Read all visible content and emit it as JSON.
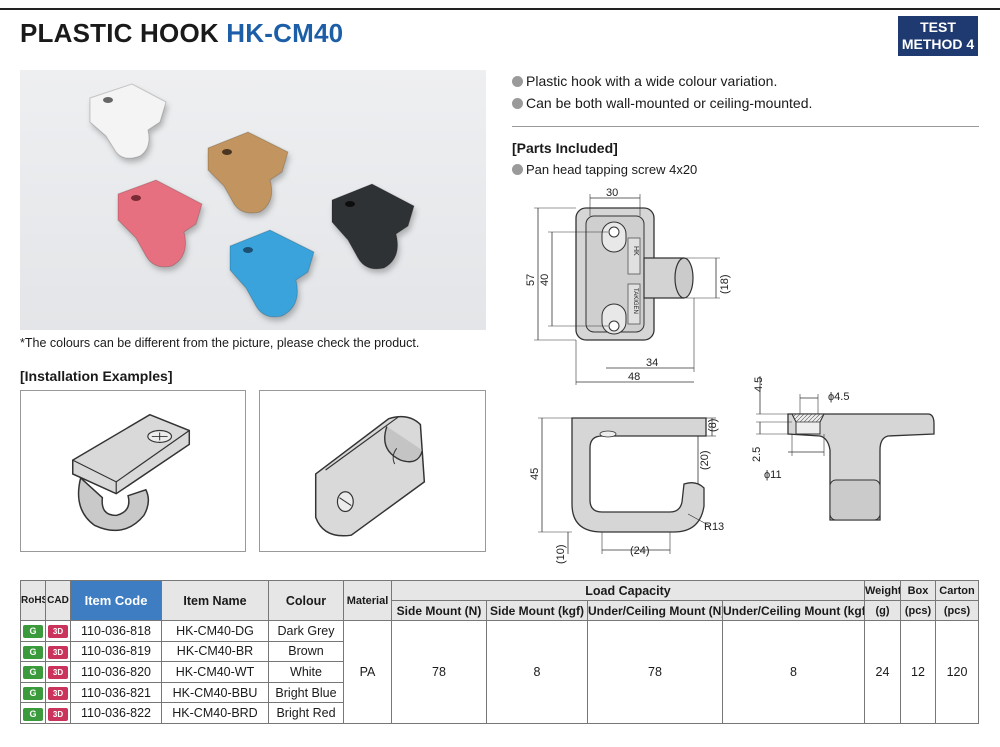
{
  "header": {
    "title_prefix": "PLASTIC HOOK",
    "model": "HK-CM40",
    "badge_line1": "TEST",
    "badge_line2": "METHOD 4"
  },
  "photo": {
    "note": "*The colours can be different from the picture, please check the product.",
    "hook_colors": {
      "white": "#f4f4f4",
      "brown": "#c29560",
      "pink": "#e6707f",
      "blue": "#3aa3db",
      "black": "#2f3134"
    }
  },
  "features": [
    "Plastic hook with a wide colour variation.",
    "Can be both wall-mounted or ceiling-mounted."
  ],
  "parts_included": {
    "heading": "[Parts Included]",
    "items": [
      "Pan head tapping screw 4x20"
    ]
  },
  "installation": {
    "heading": "[Installation Examples]"
  },
  "drawings": {
    "front": {
      "width_top": "30",
      "height_total": "57",
      "height_inner": "40",
      "hook_dia": "(18)",
      "depth_inner": "34",
      "depth_total": "48",
      "mark_hk": "HK",
      "mark_brand": "TAKIGEN"
    },
    "side": {
      "height": "45",
      "thickness": "(8)",
      "inner": "(20)",
      "radius": "R13",
      "bottom": "(10)",
      "opening": "(24)"
    },
    "section": {
      "hole": "ϕ4.5",
      "counterbore": "ϕ11",
      "depth1": "4.5",
      "depth2": "2.5"
    }
  },
  "table": {
    "headers": {
      "rohs": "RoHS",
      "cad": "CAD",
      "item_code": "Item Code",
      "item_name": "Item Name",
      "colour": "Colour",
      "material": "Material",
      "load_capacity": "Load Capacity",
      "side_n": "Side Mount (N)",
      "side_kgf": "Side Mount (kgf)",
      "under_n": "Under/Ceiling Mount (N)",
      "under_kgf": "Under/Ceiling Mount (kgf)",
      "weight": "Weight",
      "weight_unit": "(g)",
      "box": "Box",
      "box_unit": "(pcs)",
      "carton": "Carton",
      "carton_unit": "(pcs)"
    },
    "rohs_icon": "G",
    "cad_icon": "3D",
    "rows": [
      {
        "code": "110-036-818",
        "name": "HK-CM40-DG",
        "colour": "Dark Grey"
      },
      {
        "code": "110-036-819",
        "name": "HK-CM40-BR",
        "colour": "Brown"
      },
      {
        "code": "110-036-820",
        "name": "HK-CM40-WT",
        "colour": "White"
      },
      {
        "code": "110-036-821",
        "name": "HK-CM40-BBU",
        "colour": "Bright Blue"
      },
      {
        "code": "110-036-822",
        "name": "HK-CM40-BRD",
        "colour": "Bright Red"
      }
    ],
    "shared": {
      "material": "PA",
      "side_n": "78",
      "side_kgf": "8",
      "under_n": "78",
      "under_kgf": "8",
      "weight": "24",
      "box": "12",
      "carton": "120"
    }
  }
}
